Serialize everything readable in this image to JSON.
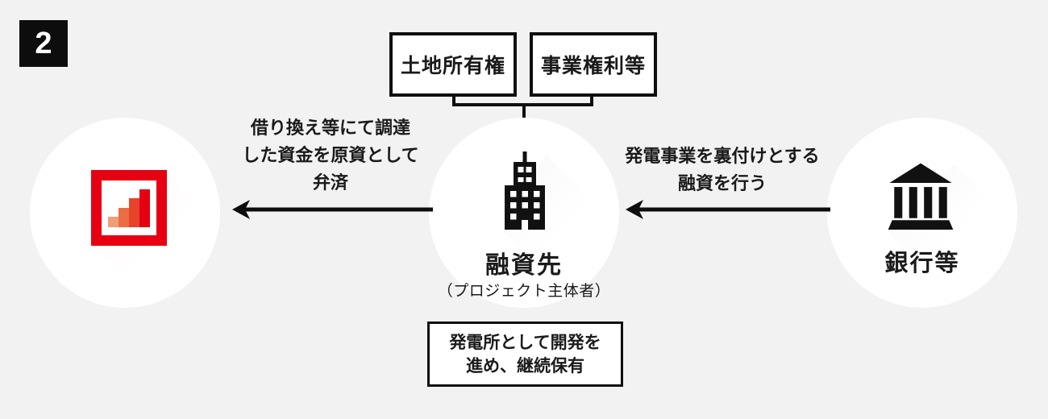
{
  "badge": {
    "number": "2"
  },
  "colors": {
    "background": "#f2f2f2",
    "ink": "#111111",
    "box_fill": "#ffffff",
    "brand_red": "#e60012",
    "logo_bar_colors": [
      "#f09e78",
      "#ec6c45",
      "#e7432b",
      "#e60012"
    ]
  },
  "top_boxes": [
    {
      "label": "土地所有権"
    },
    {
      "label": "事業権利等"
    }
  ],
  "nodes": {
    "lender": {
      "icon": "bar-chart-logo-icon"
    },
    "borrower": {
      "icon": "building-icon",
      "label": "融資先",
      "sublabel": "（プロジェクト主体者）"
    },
    "bank": {
      "icon": "bank-icon",
      "label": "銀行等"
    }
  },
  "arrows": {
    "repayment": {
      "direction": "left",
      "lines": [
        "借り換え等にて調達",
        "した資金を原資として",
        "弁済"
      ]
    },
    "financing": {
      "direction": "left",
      "lines": [
        "発電事業を裏付けとする",
        "融資を行う"
      ]
    }
  },
  "bottom_box": {
    "lines": [
      "発電所として開発を",
      "進め、継続保有"
    ]
  }
}
